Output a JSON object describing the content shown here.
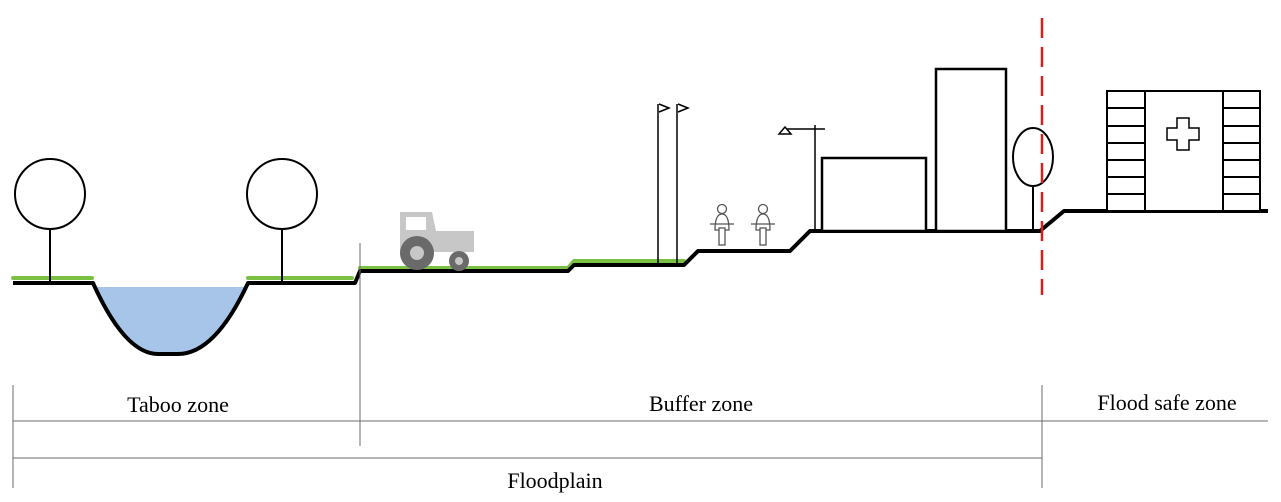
{
  "zones": {
    "taboo": "Taboo zone",
    "buffer": "Buffer zone",
    "flood_safe": "Flood safe zone",
    "floodplain": "Floodplain"
  },
  "colors": {
    "ground": "#000000",
    "grass": "#7ac143",
    "water": "#a7c5e9",
    "tractor": "#c7c7c7",
    "safety_line": "#d62020",
    "guide_line": "#6b6b6b"
  },
  "icons": [
    "tree-icon",
    "tractor-icon",
    "flag-pole-icon",
    "street-lamp-icon",
    "cyclist-icon",
    "building-icon",
    "hospital-icon"
  ]
}
